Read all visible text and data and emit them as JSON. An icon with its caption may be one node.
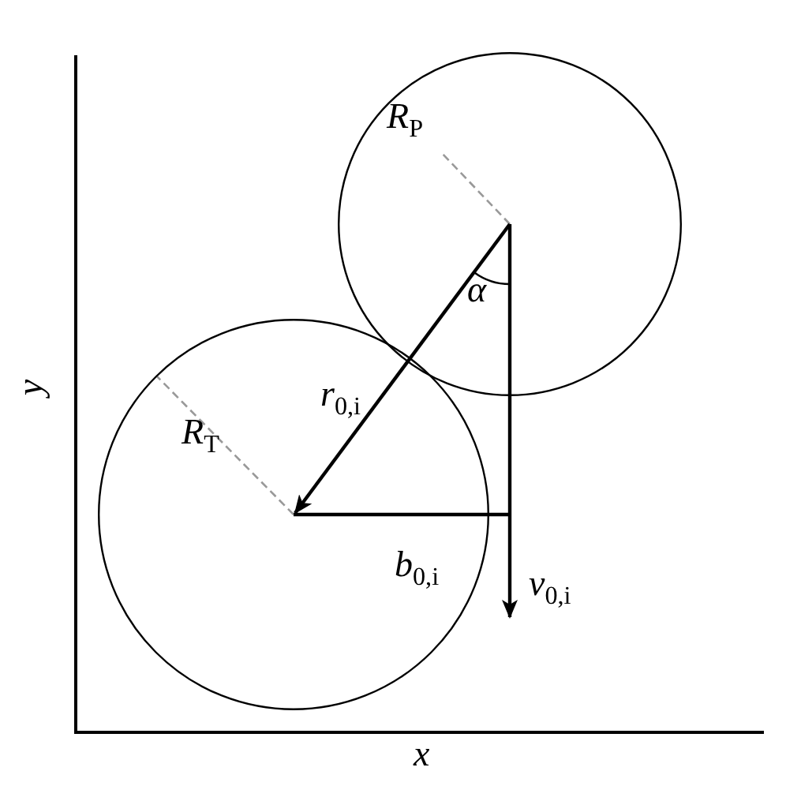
{
  "diagram": {
    "nodes": [
      {
        "text": [
          "*R*$_{P}$"
        ]
      },
      {
        "text": [
          "*R*$_{T}$"
        ]
      }
    ],
    "edges": [],
    "labels": [
      "*r*$_{0,i}$",
      "α",
      "*b*$_{0,i}$",
      "*v*$_{0,i}$",
      "y",
      "x"
    ]
  }
}
